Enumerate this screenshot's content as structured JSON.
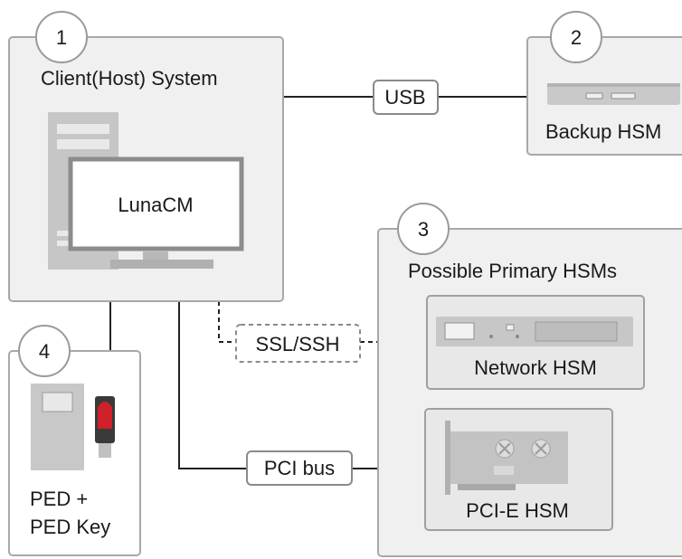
{
  "client": {
    "number": "1",
    "title": "Client(Host) System",
    "screen_label": "LunaCM"
  },
  "backup": {
    "number": "2",
    "label": "Backup HSM"
  },
  "primary": {
    "number": "3",
    "title": "Possible Primary HSMs",
    "network_label": "Network HSM",
    "pcie_label": "PCI-E HSM"
  },
  "ped": {
    "number": "4",
    "line1": "PED +",
    "line2": "PED Key"
  },
  "connections": {
    "usb": "USB",
    "ssl": "SSL/SSH",
    "pci": "PCI bus"
  },
  "colors": {
    "panel_fill": "#f0f0f0",
    "panel_stroke": "#a8a8a8",
    "device_gray": "#c4c4c4",
    "ped_key_red": "#d0202a"
  }
}
